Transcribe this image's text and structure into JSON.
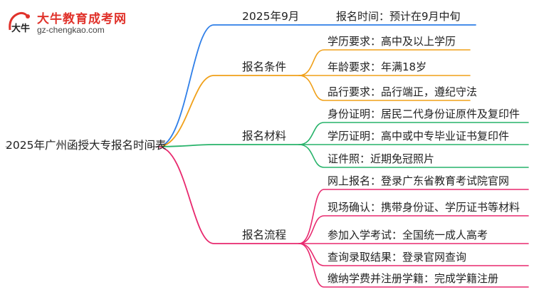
{
  "brand": {
    "name": "大牛教育成考网",
    "url": "gz-chengkao.com",
    "logo_glyph": "大牛"
  },
  "colors": {
    "blue": "#2f7fe8",
    "orange": "#f0a019",
    "green": "#27b36a",
    "pink": "#e8296e",
    "root_line": "#8a8a8a"
  },
  "root": {
    "label": "2025年广州函授大专报名时间表"
  },
  "branches": [
    {
      "id": "time",
      "label": "2025年9月",
      "color": "blue",
      "leaves": [
        "报名时间：预计在9月中旬"
      ]
    },
    {
      "id": "conditions",
      "label": "报名条件",
      "color": "orange",
      "leaves": [
        "学历要求：高中及以上学历",
        "年龄要求：年满18岁",
        "品行要求：品行端正，遵纪守法"
      ]
    },
    {
      "id": "materials",
      "label": "报名材料",
      "color": "green",
      "leaves": [
        "身份证明：居民二代身份证原件及复印件",
        "学历证明：高中或中专毕业证书复印件",
        "证件照：近期免冠照片"
      ]
    },
    {
      "id": "process",
      "label": "报名流程",
      "color": "pink",
      "leaves": [
        "网上报名：登录广东省教育考试院官网",
        "现场确认：携带身份证、学历证书等材料",
        "参加入学考试：全国统一成人高考",
        "查询录取结果：登录官网查询",
        "缴纳学费并注册学籍：完成学籍注册"
      ]
    }
  ]
}
